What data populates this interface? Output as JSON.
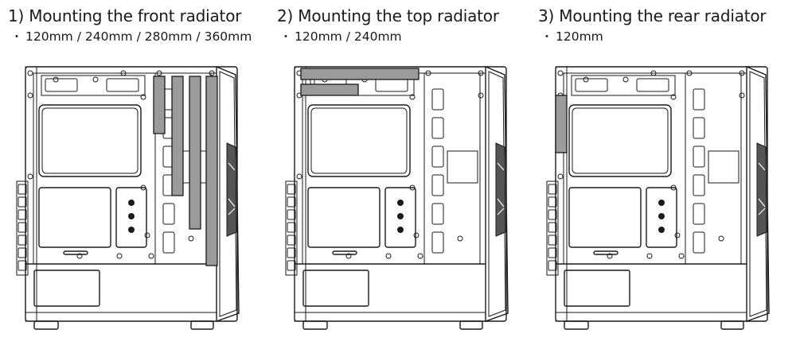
{
  "colors": {
    "line": "#1a1a1a",
    "radiator_fill": "#9b9b9b",
    "mesh_fill": "#555555",
    "background": "#ffffff"
  },
  "panels": [
    {
      "title": "1) Mounting the front radiator",
      "sizes": "120mm / 240mm / 280mm / 360mm",
      "bullet": "・",
      "radiator_location": "front",
      "radiator_count": 4
    },
    {
      "title": "2) Mounting the top radiator",
      "sizes": "120mm / 240mm",
      "bullet": "・",
      "radiator_location": "top",
      "radiator_count": 2
    },
    {
      "title": "3) Mounting the rear radiator",
      "sizes": "120mm",
      "bullet": "・",
      "radiator_location": "rear",
      "radiator_count": 1
    }
  ]
}
